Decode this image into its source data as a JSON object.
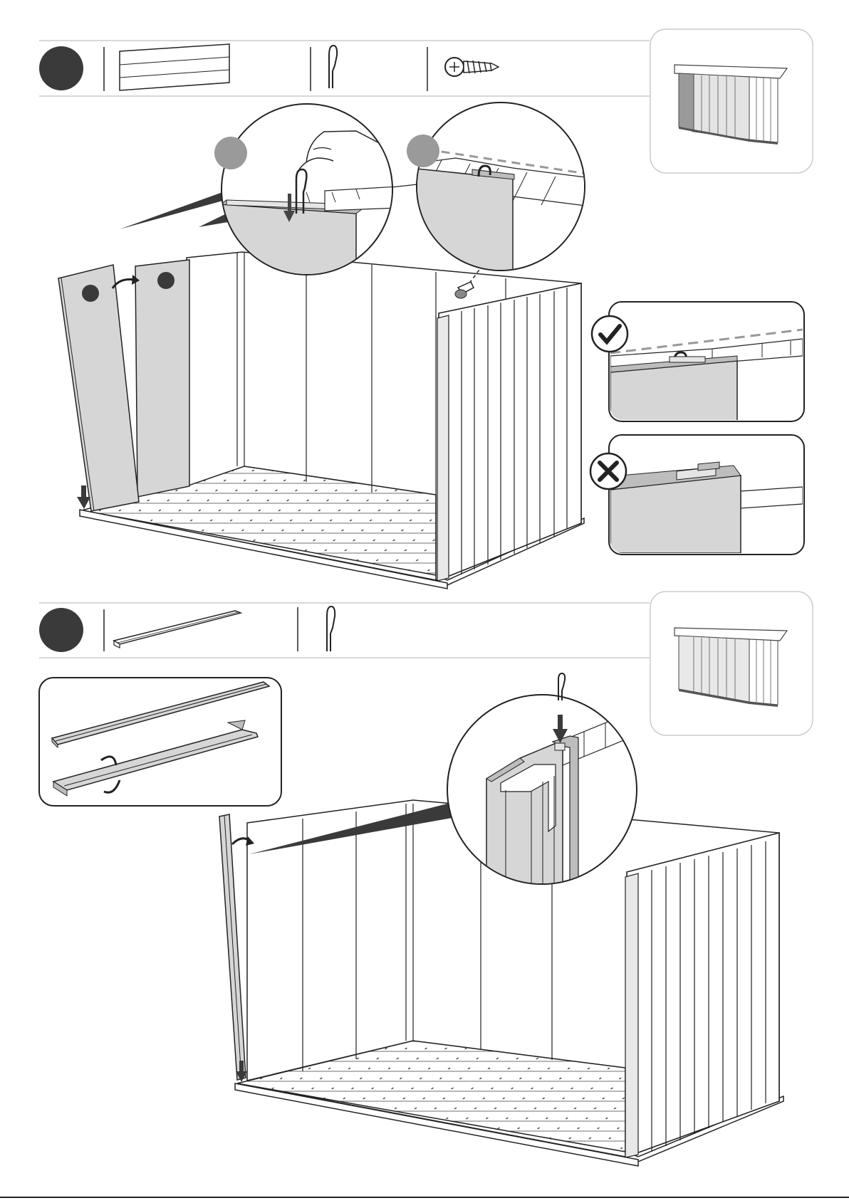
{
  "steps": [
    {
      "step_marker_icon": "filled-circle-step-marker",
      "parts": [
        "wall-panel-icon",
        "metal-clip-icon",
        "screw-icon"
      ],
      "detail_marker_icon": "grey-circle-marker",
      "callouts": [
        "check-mark-icon",
        "x-mark-icon"
      ]
    },
    {
      "step_marker_icon": "filled-circle-step-marker",
      "parts": [
        "corner-profile-icon",
        "metal-clip-icon"
      ]
    }
  ],
  "colors": {
    "ink": "#222222",
    "panel": "#d6d6d6",
    "marker": "#3a3a3a",
    "detail_marker": "#9a9a9a",
    "frame": "#cccccc"
  }
}
